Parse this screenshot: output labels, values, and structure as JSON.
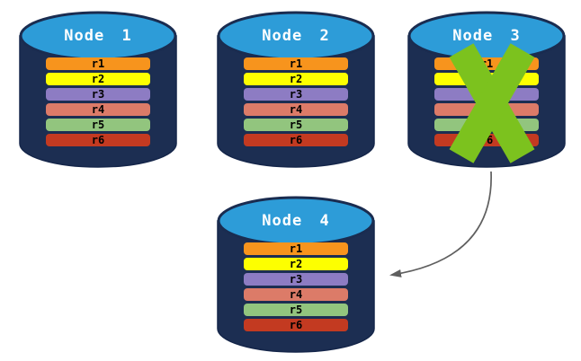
{
  "palette": {
    "cylinder_body": "#1C2E52",
    "cylinder_top": "#2D9CD8",
    "failure_x": "#7CC21E",
    "arrow": "#5F5F5F"
  },
  "nodes": [
    {
      "label": "Node 1",
      "failed": false,
      "records": [
        {
          "label": "r1",
          "color": "#F7941D"
        },
        {
          "label": "r2",
          "color": "#FDFF00"
        },
        {
          "label": "r3",
          "color": "#8D7CC3"
        },
        {
          "label": "r4",
          "color": "#DC7B68"
        },
        {
          "label": "r5",
          "color": "#92C57E"
        },
        {
          "label": "r6",
          "color": "#C33A21"
        }
      ]
    },
    {
      "label": "Node 2",
      "failed": false,
      "records": [
        {
          "label": "r1",
          "color": "#F7941D"
        },
        {
          "label": "r2",
          "color": "#FDFF00"
        },
        {
          "label": "r3",
          "color": "#8D7CC3"
        },
        {
          "label": "r4",
          "color": "#DC7B68"
        },
        {
          "label": "r5",
          "color": "#92C57E"
        },
        {
          "label": "r6",
          "color": "#C33A21"
        }
      ]
    },
    {
      "label": "Node 3",
      "failed": true,
      "records": [
        {
          "label": "r1",
          "color": "#F7941D"
        },
        {
          "label": "r2",
          "color": "#FDFF00"
        },
        {
          "label": "r3",
          "color": "#8D7CC3"
        },
        {
          "label": "r4",
          "color": "#DC7B68"
        },
        {
          "label": "r5",
          "color": "#92C57E"
        },
        {
          "label": "r6",
          "color": "#C33A21"
        }
      ]
    },
    {
      "label": "Node 4",
      "failed": false,
      "records": [
        {
          "label": "r1",
          "color": "#F7941D"
        },
        {
          "label": "r2",
          "color": "#FDFF00"
        },
        {
          "label": "r3",
          "color": "#8D7CC3"
        },
        {
          "label": "r4",
          "color": "#DC7B68"
        },
        {
          "label": "r5",
          "color": "#92C57E"
        },
        {
          "label": "r6",
          "color": "#C33A21"
        }
      ]
    }
  ],
  "arrow": {
    "from": "Node 3",
    "to": "Node 4",
    "color": "#5F5F5F"
  }
}
